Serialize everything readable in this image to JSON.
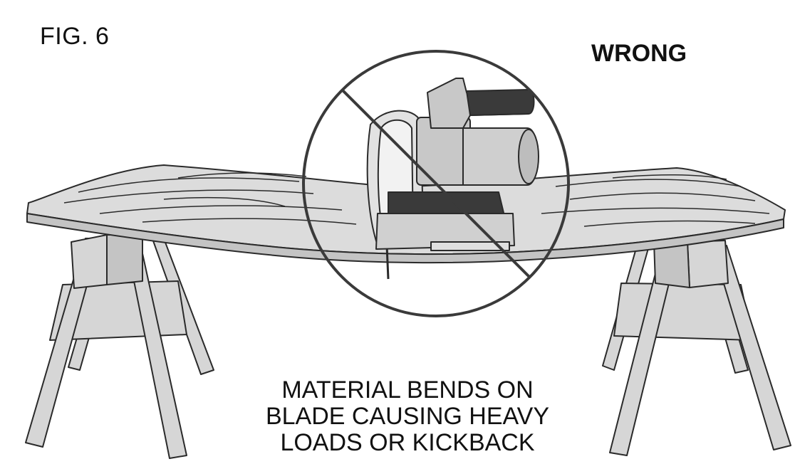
{
  "figure": {
    "label": "FIG. 6",
    "verdict": "WRONG",
    "caption_lines": [
      "MATERIAL BENDS ON",
      "BLADE CAUSING HEAVY",
      "LOADS OR KICKBACK"
    ]
  },
  "colors": {
    "line": "#2a2a2a",
    "board": "#dcdcdc",
    "board_shade": "#c4c4c4",
    "sawhorse": "#d6d6d6",
    "saw_body": "#c8c8c8",
    "saw_dark": "#3a3a3a",
    "no_symbol": "#3a3a3a"
  },
  "icons": {
    "prohibition": "no-symbol-icon",
    "tool": "circular-saw-icon"
  }
}
